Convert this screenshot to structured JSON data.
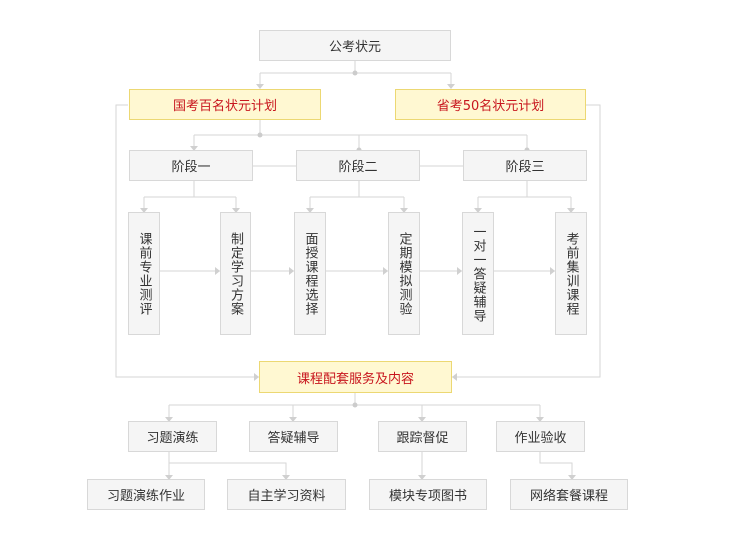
{
  "top": {
    "label": "公考状元"
  },
  "plans": [
    {
      "label": "国考百名状元计划"
    },
    {
      "label": "省考50名状元计划"
    }
  ],
  "stages": [
    {
      "label": "阶段一"
    },
    {
      "label": "阶段二"
    },
    {
      "label": "阶段三"
    }
  ],
  "steps": [
    {
      "label": "课前专业测评"
    },
    {
      "label": "制定学习方案"
    },
    {
      "label": "面授课程选择"
    },
    {
      "label": "定期模拟测验"
    },
    {
      "label": "一对一答疑辅导"
    },
    {
      "label": "考前集训课程"
    }
  ],
  "services": {
    "label": "课程配套服务及内容"
  },
  "service_items": [
    {
      "label": "习题演练"
    },
    {
      "label": "答疑辅导"
    },
    {
      "label": "跟踪督促"
    },
    {
      "label": "作业验收"
    }
  ],
  "resources": [
    {
      "label": "习题演练作业"
    },
    {
      "label": "自主学习资料"
    },
    {
      "label": "模块专项图书"
    },
    {
      "label": "网络套餐课程"
    }
  ],
  "colors": {
    "highlight_text": "#c8161e",
    "highlight_bg": "#fff8d2",
    "box_bg": "#f5f5f5",
    "line": "#d6d6d6"
  }
}
